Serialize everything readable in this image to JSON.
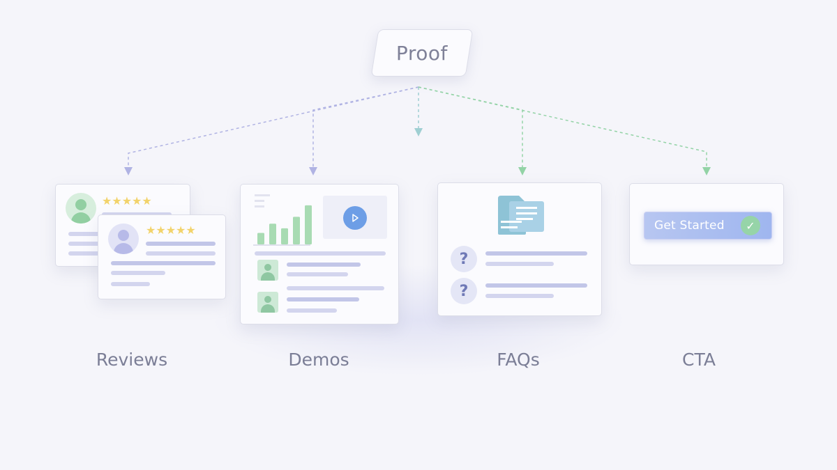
{
  "root": {
    "label": "Proof"
  },
  "categories": [
    {
      "label": "Reviews"
    },
    {
      "label": "Demos"
    },
    {
      "label": "FAQs"
    },
    {
      "label": "CTA"
    }
  ],
  "reviews": {
    "rating_back": "★★★★★",
    "rating_front": "★★★★★"
  },
  "faq": {
    "q1": "?",
    "q2": "?"
  },
  "cta": {
    "button_label": "Get Started",
    "check_glyph": "✓"
  },
  "demos": {
    "chart_bars": [
      0.25,
      0.45,
      0.35,
      0.6,
      0.85
    ]
  },
  "colors": {
    "connector_purple": "#b0b3e3",
    "connector_green": "#93d3a6",
    "connector_teal": "#9fcfd2",
    "chart_green": "#a8dbb3",
    "play_blue": "#6d9ee6"
  }
}
